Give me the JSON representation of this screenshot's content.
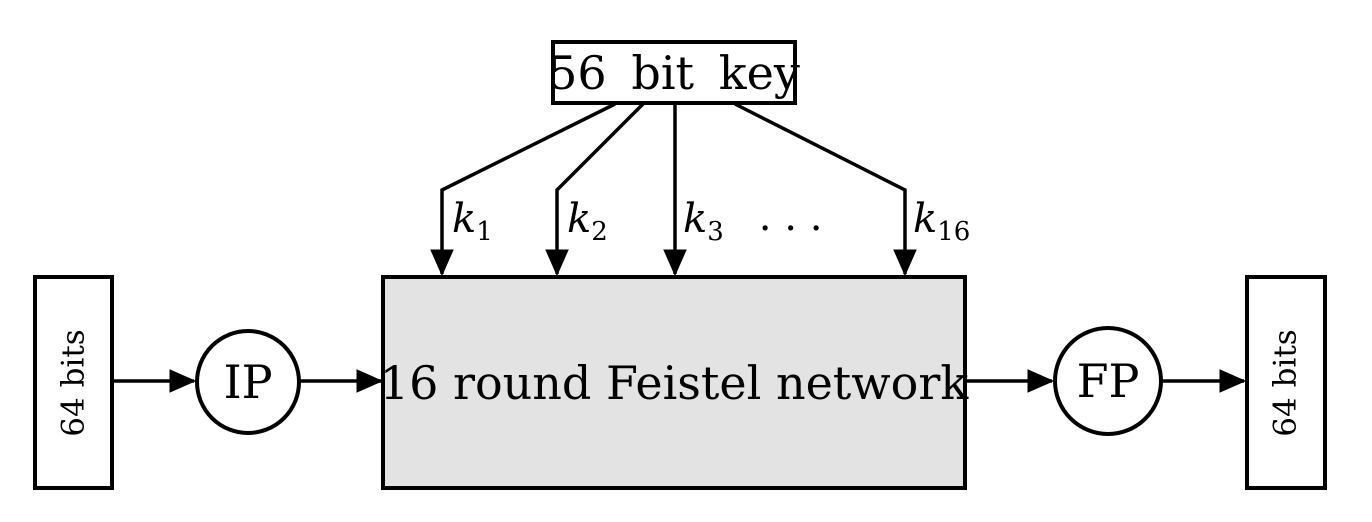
{
  "diagram": {
    "key_box": {
      "label": "56 bit key"
    },
    "feistel_box": {
      "label": "16 round Feistel network"
    },
    "input_bits_box": {
      "label": "64 bits"
    },
    "output_bits_box": {
      "label": "64 bits"
    },
    "ip_node": {
      "label": "IP"
    },
    "fp_node": {
      "label": "FP"
    },
    "round_keys": [
      {
        "symbol": "k",
        "subscript": "1"
      },
      {
        "symbol": "k",
        "subscript": "2"
      },
      {
        "symbol": "k",
        "subscript": "3"
      },
      {
        "symbol": "k",
        "subscript": "16"
      }
    ],
    "ellipsis": "...",
    "colors": {
      "feistel_fill": "#e3e3e3",
      "stroke": "#000000",
      "background": "#ffffff"
    }
  }
}
